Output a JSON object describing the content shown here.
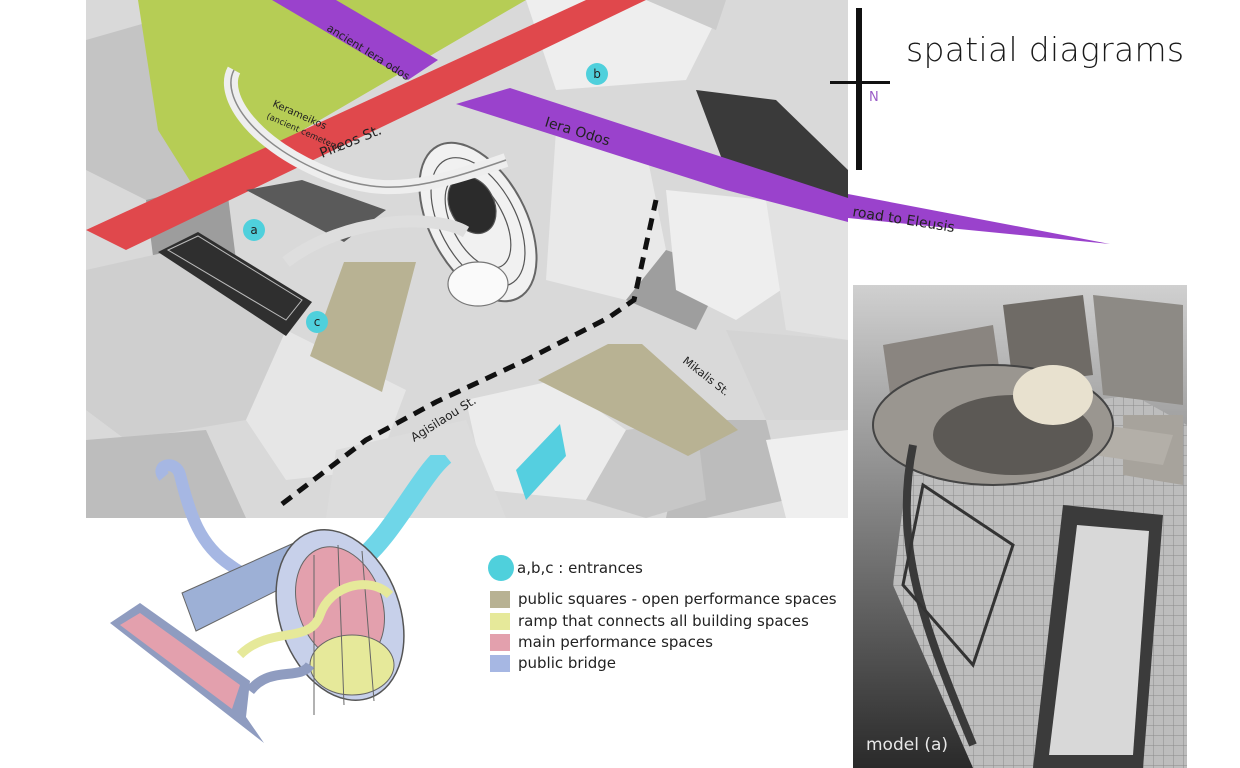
{
  "title": "spatial diagrams",
  "north_label": "N",
  "map_labels": {
    "ancient_iera_odos": "ancient Iera odos",
    "keramikos_line1": "Kerameikos",
    "keramikos_line2": "(ancient cemetery)",
    "pireos": "Pireos St.",
    "iera_odos": "Iera Odos",
    "road_eleusis": "road to Eleusis",
    "agisilaou": "Agisilaou St.",
    "mikalis": "Mikalis St."
  },
  "entrances": {
    "a": "a",
    "b": "b",
    "c": "c"
  },
  "legend": {
    "entrances": "a,b,c : entrances",
    "squares": "public squares - open performance spaces",
    "ramp": "ramp that connects all building spaces",
    "main": "main performance spaces",
    "bridge": "public bridge"
  },
  "model_caption": "model (a)",
  "colors": {
    "entrance": "#4fd0dc",
    "squares": "#b8b293",
    "ramp": "#e6e99a",
    "main": "#e3a0ad",
    "bridge": "#a6b7e3",
    "pireos": "#e0484c",
    "iera_odos": "#9a42cc",
    "keramikos": "#b6cd55"
  }
}
